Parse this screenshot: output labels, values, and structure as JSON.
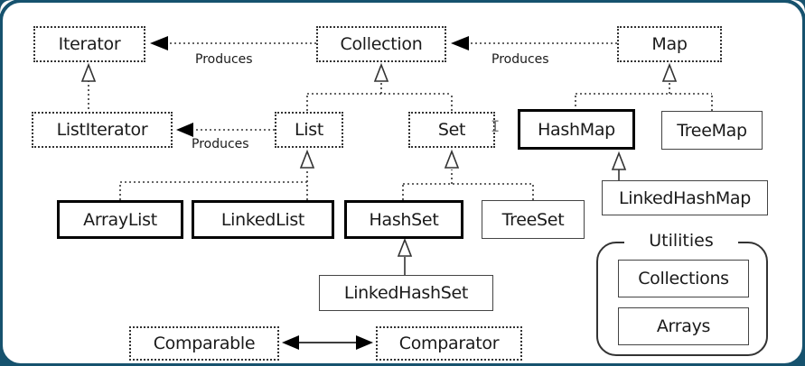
{
  "nodes": {
    "iterator": "Iterator",
    "collection": "Collection",
    "map": "Map",
    "list_iterator": "ListIterator",
    "list": "List",
    "set": "Set",
    "hash_map": "HashMap",
    "tree_map": "TreeMap",
    "linked_hash_map": "LinkedHashMap",
    "array_list": "ArrayList",
    "linked_list": "LinkedList",
    "hash_set": "HashSet",
    "tree_set": "TreeSet",
    "linked_hash_set": "LinkedHashSet",
    "comparable": "Comparable",
    "comparator": "Comparator"
  },
  "labels": {
    "produces_iterator": "Produces",
    "produces_map": "Produces",
    "produces_list_iterator": "Produces"
  },
  "utilities": {
    "title": "Utilities",
    "collections": "Collections",
    "arrays": "Arrays"
  },
  "colors": {
    "frame": "#16526e",
    "line": "#333333",
    "background": "#ffffff"
  }
}
